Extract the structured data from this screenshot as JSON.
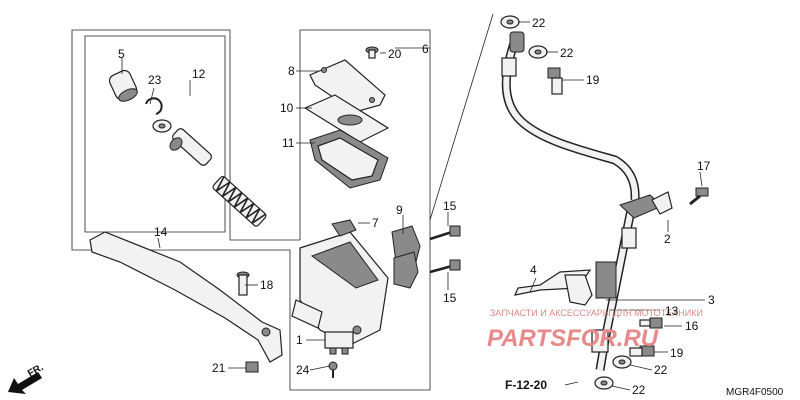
{
  "callouts": {
    "c1": "1",
    "c2": "2",
    "c3": "3",
    "c4": "4",
    "c5": "5",
    "c6": "6",
    "c7": "7",
    "c8": "8",
    "c9": "9",
    "c10": "10",
    "c11": "11",
    "c12": "12",
    "c13": "13",
    "c14": "14",
    "c15a": "15",
    "c15b": "15",
    "c16": "16",
    "c17": "17",
    "c18": "18",
    "c19a": "19",
    "c19b": "19",
    "c20": "20",
    "c21": "21",
    "c22a": "22",
    "c22b": "22",
    "c22c": "22",
    "c22d": "22",
    "c23": "23",
    "c24": "24"
  },
  "reference": "F-12-20",
  "direction": "FR.",
  "diagram_code": "MGR4F0500",
  "watermark": {
    "line1": "ЗАПЧАСТИ И АКСЕССУАРЫ ДЛЯ МОТОТЕХНИКИ",
    "brand": "PARTSFOR.RU",
    "color": "#e88a8a"
  }
}
